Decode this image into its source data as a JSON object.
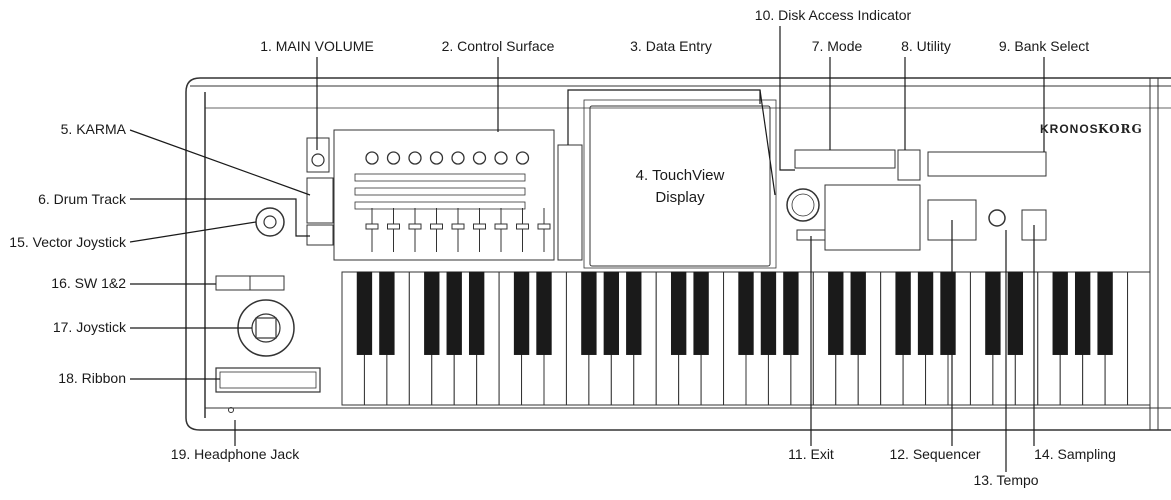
{
  "labels": {
    "main_volume": "1. MAIN VOLUME",
    "control_surface": "2. Control Surface",
    "data_entry": "3. Data Entry",
    "touchview_line1": "4. TouchView",
    "touchview_line2": "Display",
    "karma": "5. KARMA",
    "drum_track": "6. Drum Track",
    "mode": "7. Mode",
    "utility": "8. Utility",
    "bank_select": "9. Bank Select",
    "disk_access": "10. Disk Access Indicator",
    "exit": "11. Exit",
    "sequencer": "12. Sequencer",
    "tempo": "13. Tempo",
    "sampling": "14. Sampling",
    "vector_joystick": "15. Vector Joystick",
    "sw12": "16. SW 1&2",
    "joystick": "17. Joystick",
    "ribbon": "18. Ribbon",
    "headphone": "19. Headphone Jack"
  },
  "panel": {
    "brand_kronos": "KRONOS",
    "brand_korg": "KORG"
  },
  "colors": {
    "line": "#1a1a1a",
    "panel_stroke": "#333333",
    "key_white": "#ffffff",
    "key_black": "#1a1a1a"
  }
}
